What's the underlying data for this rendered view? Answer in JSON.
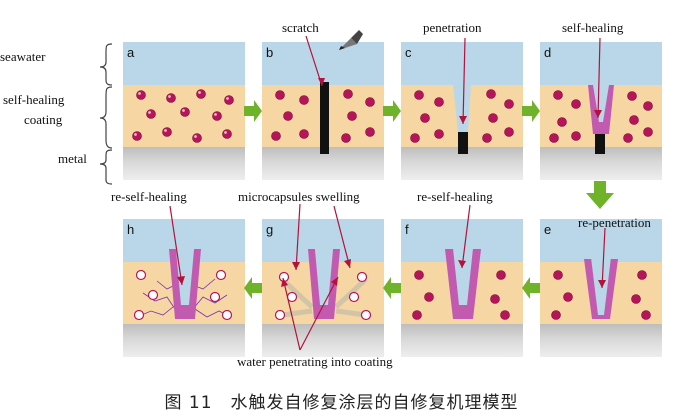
{
  "layers": {
    "seawater": "seawater",
    "coating_line1": "self-healing",
    "coating_line2": "coating",
    "metal": "metal"
  },
  "panels": [
    {
      "letter": "a",
      "label": ""
    },
    {
      "letter": "b",
      "label": "scratch"
    },
    {
      "letter": "c",
      "label": "penetration"
    },
    {
      "letter": "d",
      "label": "self-healing"
    },
    {
      "letter": "e",
      "label": "re-penetration"
    },
    {
      "letter": "f",
      "label": "re-self-healing"
    },
    {
      "letter": "g",
      "label": "microcapsules swelling"
    },
    {
      "letter": "h",
      "label": "re-self-healing"
    }
  ],
  "bottom_label": "water penetrating into coating",
  "caption": "图 11　水触发自修复涂层的自修复机理模型",
  "colors": {
    "seawater": "#b9d7e8",
    "coating": "#f6d7a4",
    "metal": "#cfcfcf",
    "capsule": "#b7155a",
    "arrow": "#6fb32a",
    "healed": "#c25ab0",
    "pointer": "#b3123b"
  }
}
